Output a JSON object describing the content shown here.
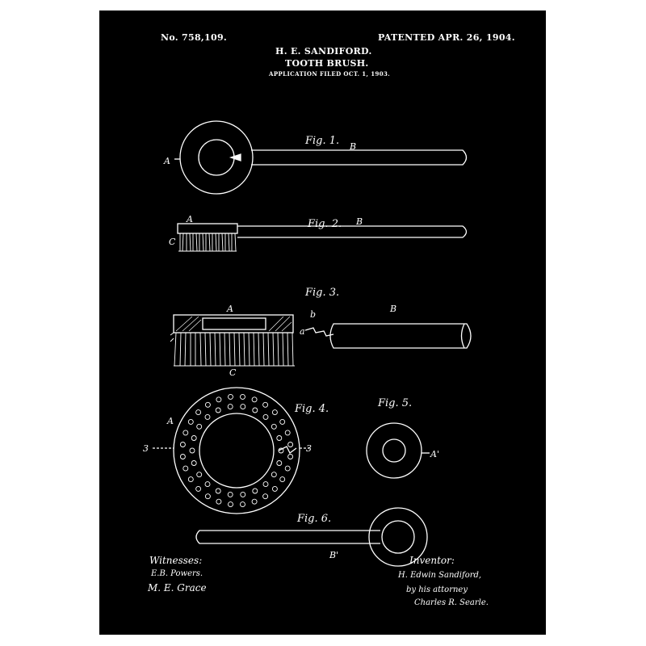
{
  "header": {
    "patent_no": "No. 758,109.",
    "patented": "PATENTED APR. 26, 1904.",
    "inventor_name": "H. E. SANDIFORD.",
    "title": "TOOTH BRUSH.",
    "application": "APPLICATION FILED OCT. 1, 1903."
  },
  "figures": {
    "fig1": {
      "label": "Fig. 1.",
      "parts": [
        "A",
        "B"
      ]
    },
    "fig2": {
      "label": "Fig. 2.",
      "parts": [
        "A",
        "B",
        "C"
      ]
    },
    "fig3": {
      "label": "Fig. 3.",
      "parts": [
        "A",
        "B",
        "b",
        "a",
        "C"
      ]
    },
    "fig4": {
      "label": "Fig. 4.",
      "parts": [
        "A",
        "3",
        "3"
      ]
    },
    "fig5": {
      "label": "Fig. 5.",
      "parts": [
        "A'"
      ]
    },
    "fig6": {
      "label": "Fig. 6.",
      "parts": [
        "B'"
      ]
    }
  },
  "footer": {
    "witnesses_label": "Witnesses:",
    "witness_1": "E.B. Powers.",
    "witness_2": "M. E. Grace",
    "inventor_label": "Inventor:",
    "inventor_signature": "H. Edwin Sandiford,",
    "attorney_line": "by his attorney",
    "attorney_signature": "Charles R. Searle."
  },
  "colors": {
    "ink": "#ffffff",
    "paper": "#000000",
    "frame": "#ffffff"
  }
}
